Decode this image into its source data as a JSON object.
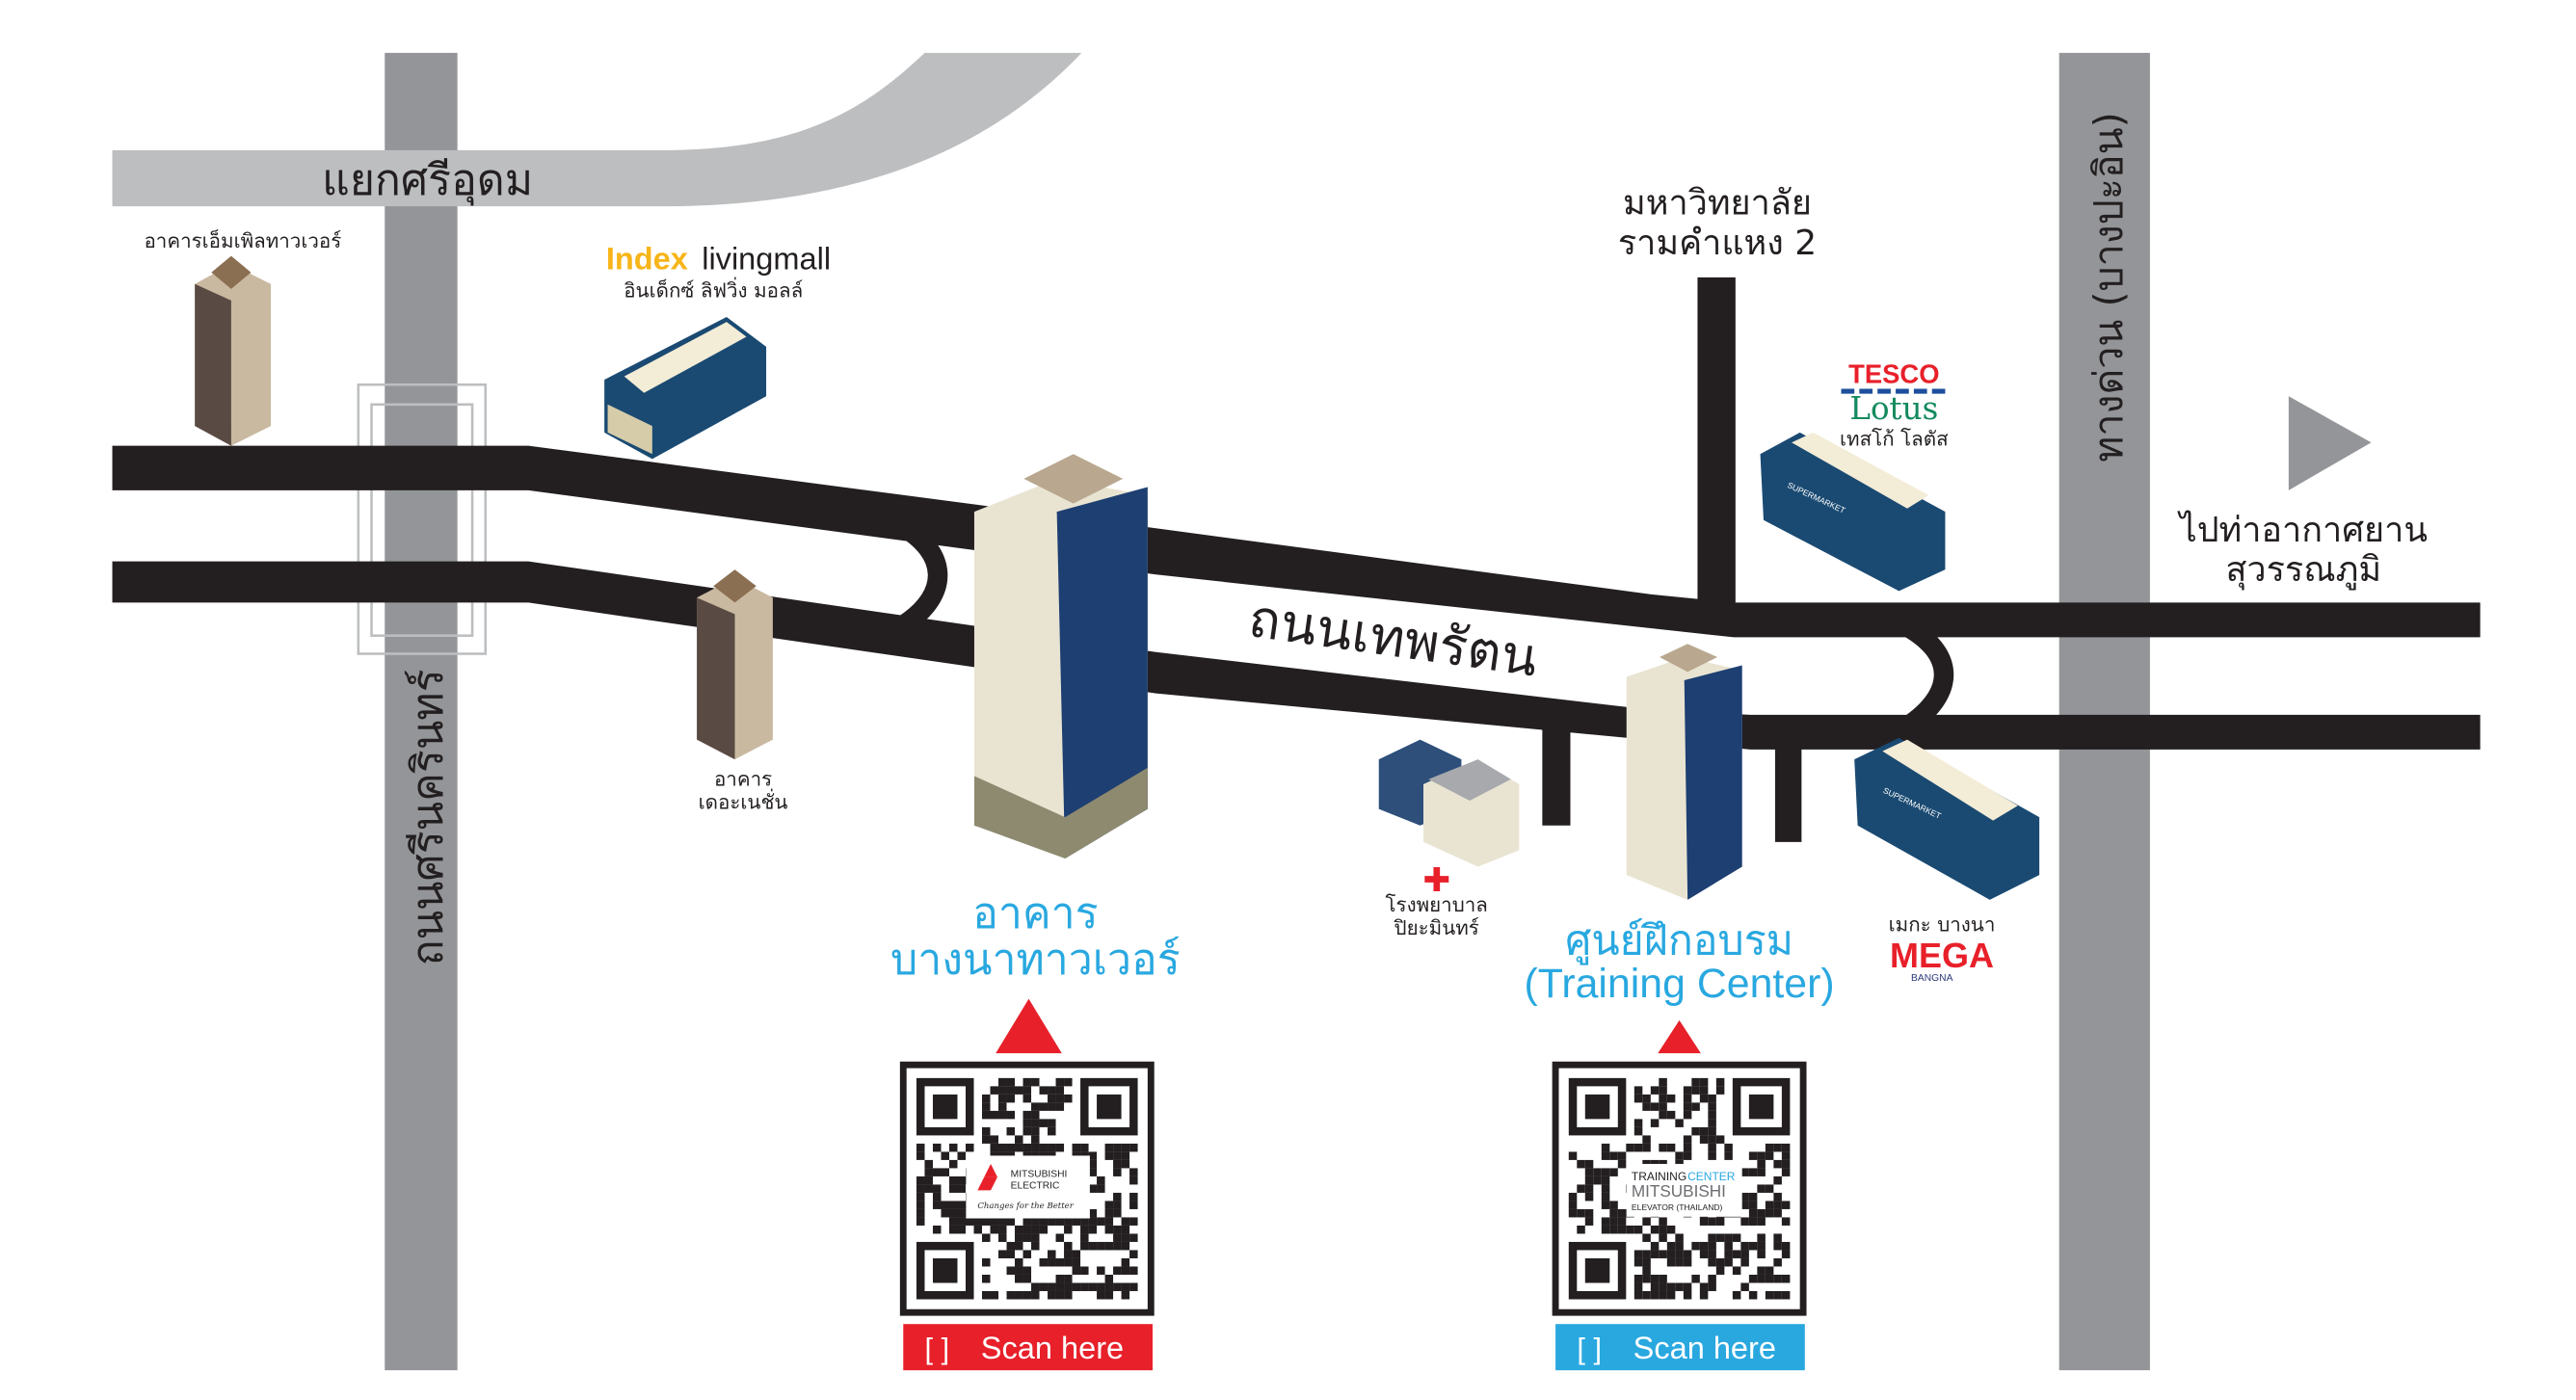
{
  "roads": {
    "top_junction": "แยกศรีอุดม",
    "left_road": "ถนนศรีนครินทร์",
    "main_road": "ถนนเทพรัตน",
    "expressway": "ทางด่วน (บางปะอิน)",
    "university_1": "มหาวิทยาลัย",
    "university_2": "รามคำแหง 2",
    "airport_1": "ไปท่าอากาศยาน",
    "airport_2": "สุวรรณภูมิ"
  },
  "landmarks": {
    "m_pill_tower": "อาคารเอ็มเพิลทาวเวอร์",
    "index_brand_bold": "Index",
    "index_brand_light": "livingmall",
    "index_thai": "อินเด็กซ์ ลิฟวิ่ง มอลล์",
    "the_nation_1": "อาคาร",
    "the_nation_2": "เดอะเนชั่น",
    "tesco": "TESCO",
    "lotus": "Lotus",
    "tesco_thai": "เทสโก้ โลตัส",
    "supermarket": "SUPERMARKET",
    "hospital_1": "โรงพยาบาล",
    "hospital_2": "ปิยะมินทร์",
    "mega_thai": "เมกะ บางนา",
    "mega": "MEGA",
    "mega_sub": "BANGNA"
  },
  "destinations": {
    "bangna_tower_1": "อาคาร",
    "bangna_tower_2": "บางนาทาวเวอร์",
    "training_1": "ศูนย์ฝึกอบรม",
    "training_2": "(Training Center)"
  },
  "qr": {
    "left_logo_1": "MITSUBISHI",
    "left_logo_2": "ELECTRIC",
    "left_logo_3": "Changes for the Better",
    "left_scan": "Scan here",
    "right_logo_1": "TRAINING",
    "right_logo_1b": "CENTER",
    "right_logo_2": "MITSUBISHI",
    "right_logo_3": "ELEVATOR (THAILAND)",
    "right_scan": "Scan here"
  },
  "colors": {
    "accent_blue": "#29a8e0",
    "accent_red": "#e8202a",
    "road_black": "#231f20",
    "road_gray": "#939598",
    "road_light": "#bcbec0"
  }
}
